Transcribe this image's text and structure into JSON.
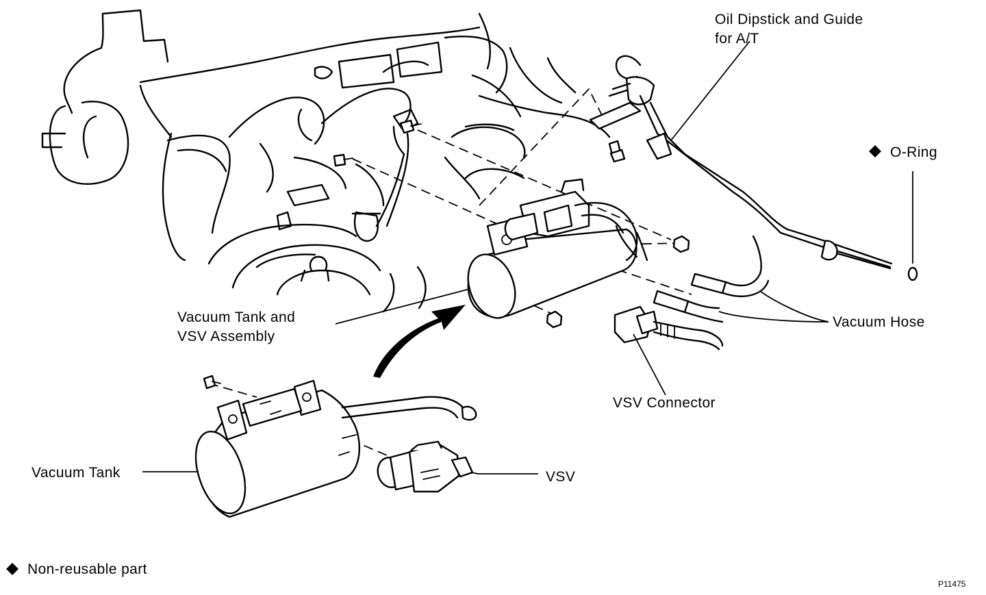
{
  "labels": {
    "oil_dipstick_line1": "Oil Dipstick and Guide",
    "oil_dipstick_line2": "for A/T",
    "o_ring": "O-Ring",
    "vacuum_tank_vsv_line1": "Vacuum Tank and",
    "vacuum_tank_vsv_line2": "VSV Assembly",
    "vacuum_hose": "Vacuum Hose",
    "vsv_connector": "VSV Connector",
    "vacuum_tank": "Vacuum Tank",
    "vsv": "VSV"
  },
  "legend": {
    "non_reusable": "Non-reusable part"
  },
  "figure_id": "P11475",
  "icons": {
    "non_reusable_marker": "diamond-icon"
  }
}
